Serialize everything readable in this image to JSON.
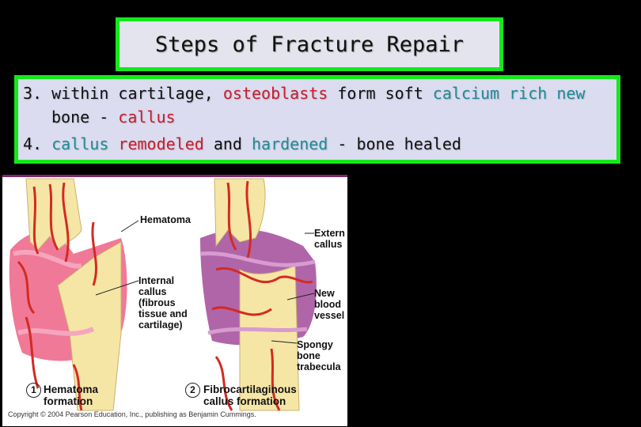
{
  "title": "Steps of  Fracture Repair",
  "content": {
    "line1": {
      "prefix": "3.  within cartilage, ",
      "osteoblasts": "osteoblasts",
      "mid": " form soft ",
      "calcium": "calcium rich  new"
    },
    "line2": {
      "bone": "bone - ",
      "callus": "callus"
    },
    "line3": {
      "num": "4. ",
      "callus": "callus",
      "sp": " ",
      "remodeled": "remodeled",
      "and": " and ",
      "hardened": "hardened",
      "rest": " - bone  healed"
    }
  },
  "figure": {
    "labels": {
      "hematoma": "Hematoma",
      "internal_callus": [
        "Internal",
        "callus",
        "(fibrous",
        "tissue and",
        "cartilage)"
      ],
      "external_callus": [
        "Extern",
        "callus"
      ],
      "new_blood_vessels": [
        "New",
        "blood",
        "vessel"
      ],
      "spongy_bone": [
        "Spongy",
        "bone",
        "trabecula"
      ]
    },
    "steps": [
      {
        "num": "1",
        "caption": [
          "Hematoma",
          "formation"
        ]
      },
      {
        "num": "2",
        "caption": [
          "Fibrocartilaginous",
          "callus formation"
        ]
      }
    ],
    "copyright": "Copyright © 2004 Pearson Education, Inc., publishing as Benjamin Cummings."
  },
  "colors": {
    "background": "#000000",
    "box_border": "#14e81a",
    "title_fill": "#e4e4ee",
    "content_fill": "#dcdcf0",
    "teal_text": "#1e8c94",
    "red_text": "#c81e2a",
    "hematoma_pink": "#ee6a8c",
    "callus_purple": "#a24a9a",
    "bone_cream": "#f6e6a6",
    "vessel_red": "#d42a22"
  }
}
